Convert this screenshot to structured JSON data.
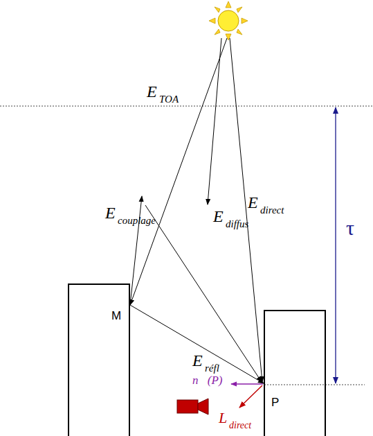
{
  "diagram": {
    "nodes": [
      {
        "text": [
          "M"
        ]
      },
      {
        "text": [
          "P"
        ]
      }
    ],
    "edges": [
      {
        "from": 0,
        "to": 1,
        "arrow": "to"
      }
    ],
    "labels": [
      "E",
      "TOA",
      "E",
      "couplage",
      "E",
      "diffus",
      "E",
      "direct",
      "E",
      "réfl",
      "τ",
      "n⃗(P)",
      "L",
      "direct"
    ]
  }
}
